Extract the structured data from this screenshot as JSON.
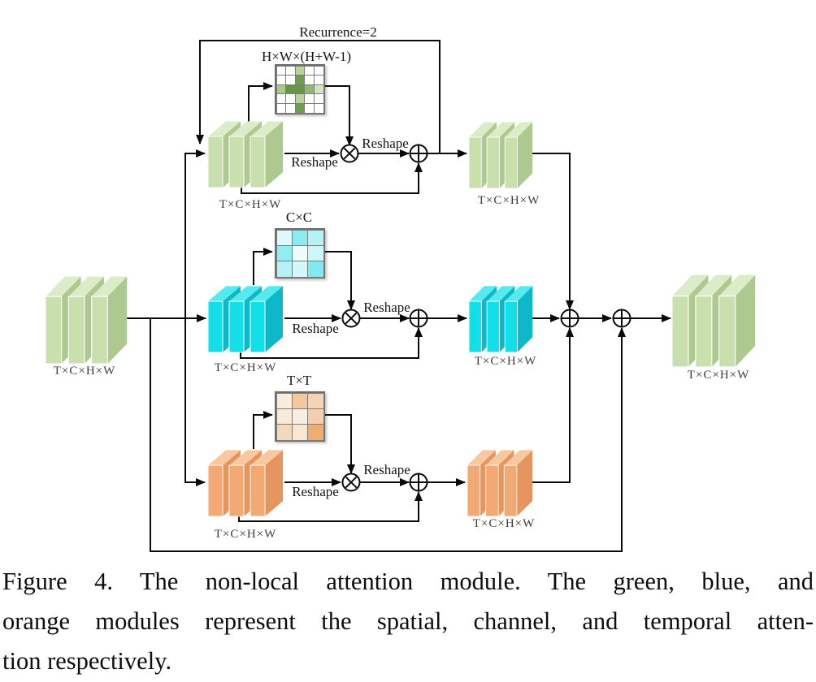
{
  "labels": {
    "recurrence": "Recurrence=2",
    "reshape": "Reshape",
    "dims": "T×C×H×W",
    "spatial_grid": "H×W×(H+W-1)",
    "channel_grid": "C×C",
    "temporal_grid": "T×T"
  },
  "palette": {
    "green": {
      "front": "#c9dfae",
      "top": "#dcebc8",
      "side": "#aec98f"
    },
    "cyan": {
      "front": "#12dfe8",
      "top": "#55ebee",
      "side": "#0db8cb"
    },
    "orange": {
      "front": "#f2a974",
      "top": "#f7c9a1",
      "side": "#e6955e"
    },
    "line": "#0a0a0a"
  },
  "grids": {
    "spatial": {
      "rows": 5,
      "cols": 5,
      "cells": [
        [
          "#ffffff",
          "#ffffff",
          "#b8d49b",
          "#ffffff",
          "#ffffff"
        ],
        [
          "#ffffff",
          "#ffffff",
          "#6f9c50",
          "#ffffff",
          "#ffffff"
        ],
        [
          "#a8cb89",
          "#679549",
          "#679549",
          "#8fb971",
          "#d2e4c0"
        ],
        [
          "#ffffff",
          "#ffffff",
          "#b8d49b",
          "#ffffff",
          "#ffffff"
        ],
        [
          "#ffffff",
          "#ffffff",
          "#6f9c50",
          "#ffffff",
          "#ffffff"
        ]
      ]
    },
    "channel": {
      "rows": 3,
      "cols": 3,
      "cells": [
        [
          "#dff8f9",
          "#8aecf2",
          "#b4f2f6"
        ],
        [
          "#8deef3",
          "#eefbfb",
          "#cdf6f8"
        ],
        [
          "#b6f1f5",
          "#d4f7f9",
          "#7eeaf1"
        ]
      ]
    },
    "temporal": {
      "rows": 3,
      "cols": 3,
      "cells": [
        [
          "#f8ece1",
          "#f4c79e",
          "#f4d4b6"
        ],
        [
          "#f9e9d9",
          "#f6eee6",
          "#f4cfae"
        ],
        [
          "#f2d8bd",
          "#f7e7d3",
          "#f0ad72"
        ]
      ]
    }
  },
  "caption": {
    "lines": [
      "Figure 4. The non-local attention module.  The green, blue, and",
      "orange modules represent the spatial, channel, and temporal atten-",
      "tion respectively."
    ]
  }
}
